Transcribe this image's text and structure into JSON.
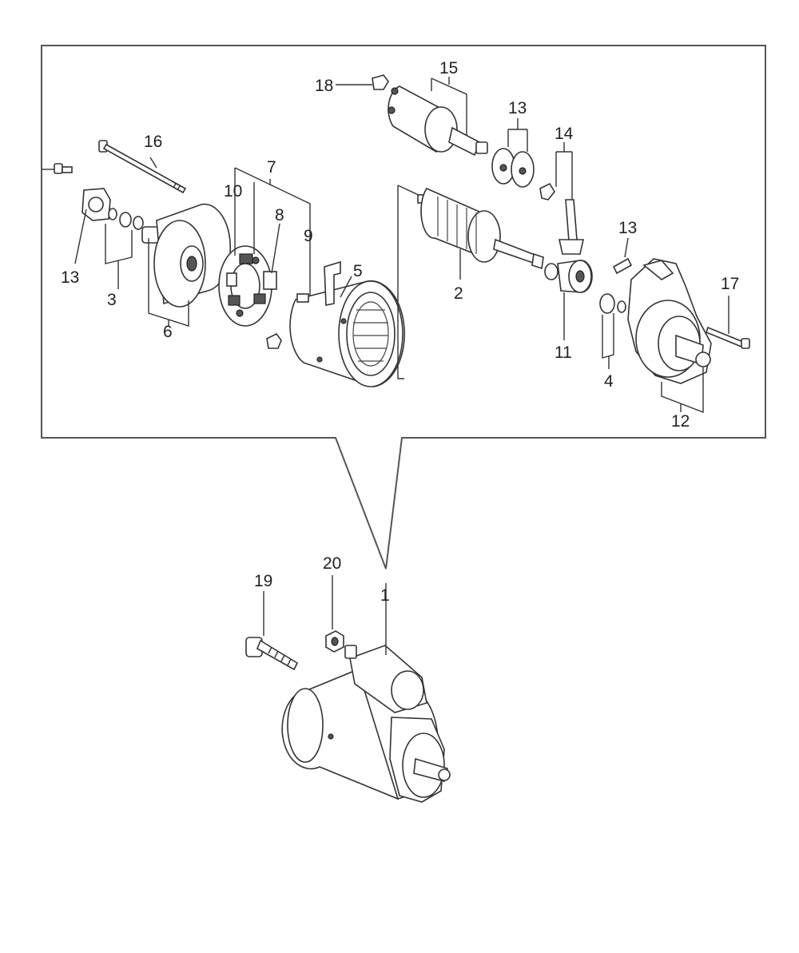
{
  "diagram": {
    "callouts": {
      "p1": "1",
      "p2": "2",
      "p3": "3",
      "p4": "4",
      "p5": "5",
      "p6": "6",
      "p7": "7",
      "p8": "8",
      "p9": "9",
      "p10": "10",
      "p11": "11",
      "p12": "12",
      "p13a": "13",
      "p13b": "13",
      "p13c": "13",
      "p14": "14",
      "p15": "15",
      "p16": "16",
      "p17": "17",
      "p18": "18",
      "p19": "19",
      "p20": "20"
    },
    "colors": {
      "line": "#333333",
      "frame": "#555555",
      "background": "#ffffff"
    }
  }
}
